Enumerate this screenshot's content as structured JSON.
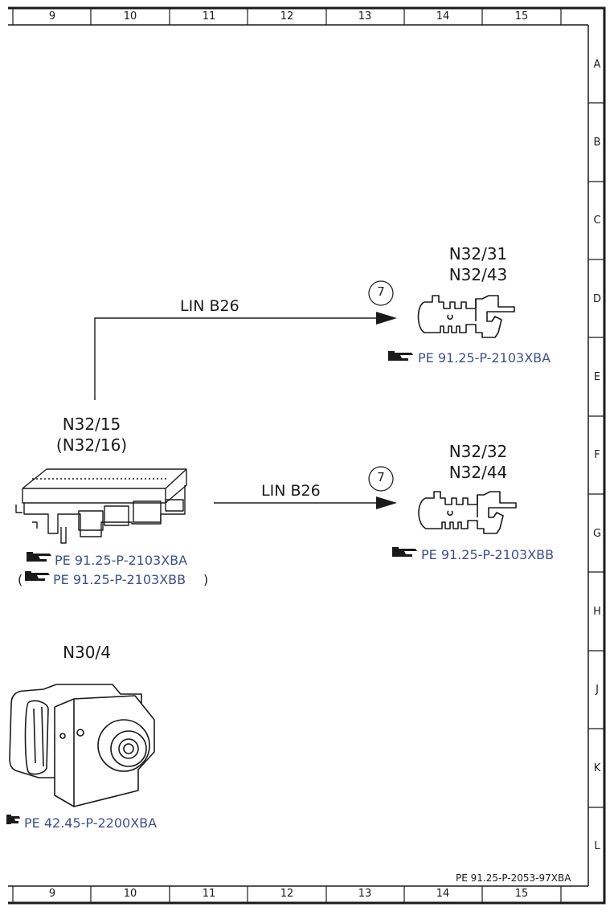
{
  "frame": {
    "columns": [
      "9",
      "10",
      "11",
      "12",
      "13",
      "14",
      "15"
    ],
    "rows": [
      "A",
      "B",
      "C",
      "D",
      "E",
      "F",
      "G",
      "H",
      "J",
      "K",
      "L"
    ],
    "document_id": "PE 91.25-P-2053-97XBA"
  },
  "components": {
    "sensor_top": {
      "line1": "N32/31",
      "line2": "N32/43",
      "ref": "PE 91.25-P-2103XBA"
    },
    "sensor_bottom": {
      "line1": "N32/32",
      "line2": "N32/44",
      "ref": "PE 91.25-P-2103XBB"
    },
    "control_unit": {
      "line1": "N32/15",
      "line2": "(N32/16)",
      "ref1": "PE 91.25-P-2103XBA",
      "ref2": "PE 91.25-P-2103XBB",
      "paren_open": "(",
      "paren_close": ")"
    },
    "abs_unit": {
      "title": "N30/4",
      "ref": "PE 42.45-P-2200XBA"
    }
  },
  "connections": [
    {
      "label": "LIN B26",
      "marker": "7"
    },
    {
      "label": "LIN B26",
      "marker": "7"
    }
  ],
  "colors": {
    "line": "#1a1a1a",
    "reference_link": "#3a4f9a"
  }
}
